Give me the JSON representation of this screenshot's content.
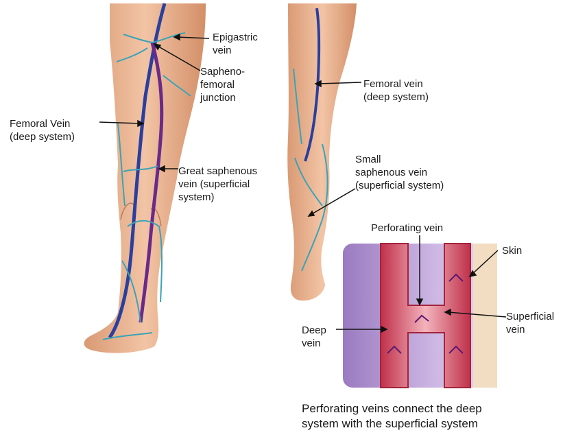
{
  "labels": {
    "epigastric": "Epigastric\nvein",
    "sapheno_femoral": "Sapheno-\nfemoral\njunction",
    "femoral_vein_front": "Femoral Vein\n(deep system)",
    "great_saphenous": "Great saphenous\nvein (superficial\nsystem)",
    "femoral_vein_back": "Femoral vein\n(deep system)",
    "small_saphenous": "Small\nsaphenous vein\n(superficial system)",
    "perforating": "Perforating vein",
    "skin": "Skin",
    "superficial": "Superficial\nvein",
    "deep": "Deep\nvein"
  },
  "caption": "Perforating veins connect the deep\nsystem with the superficial system"
}
